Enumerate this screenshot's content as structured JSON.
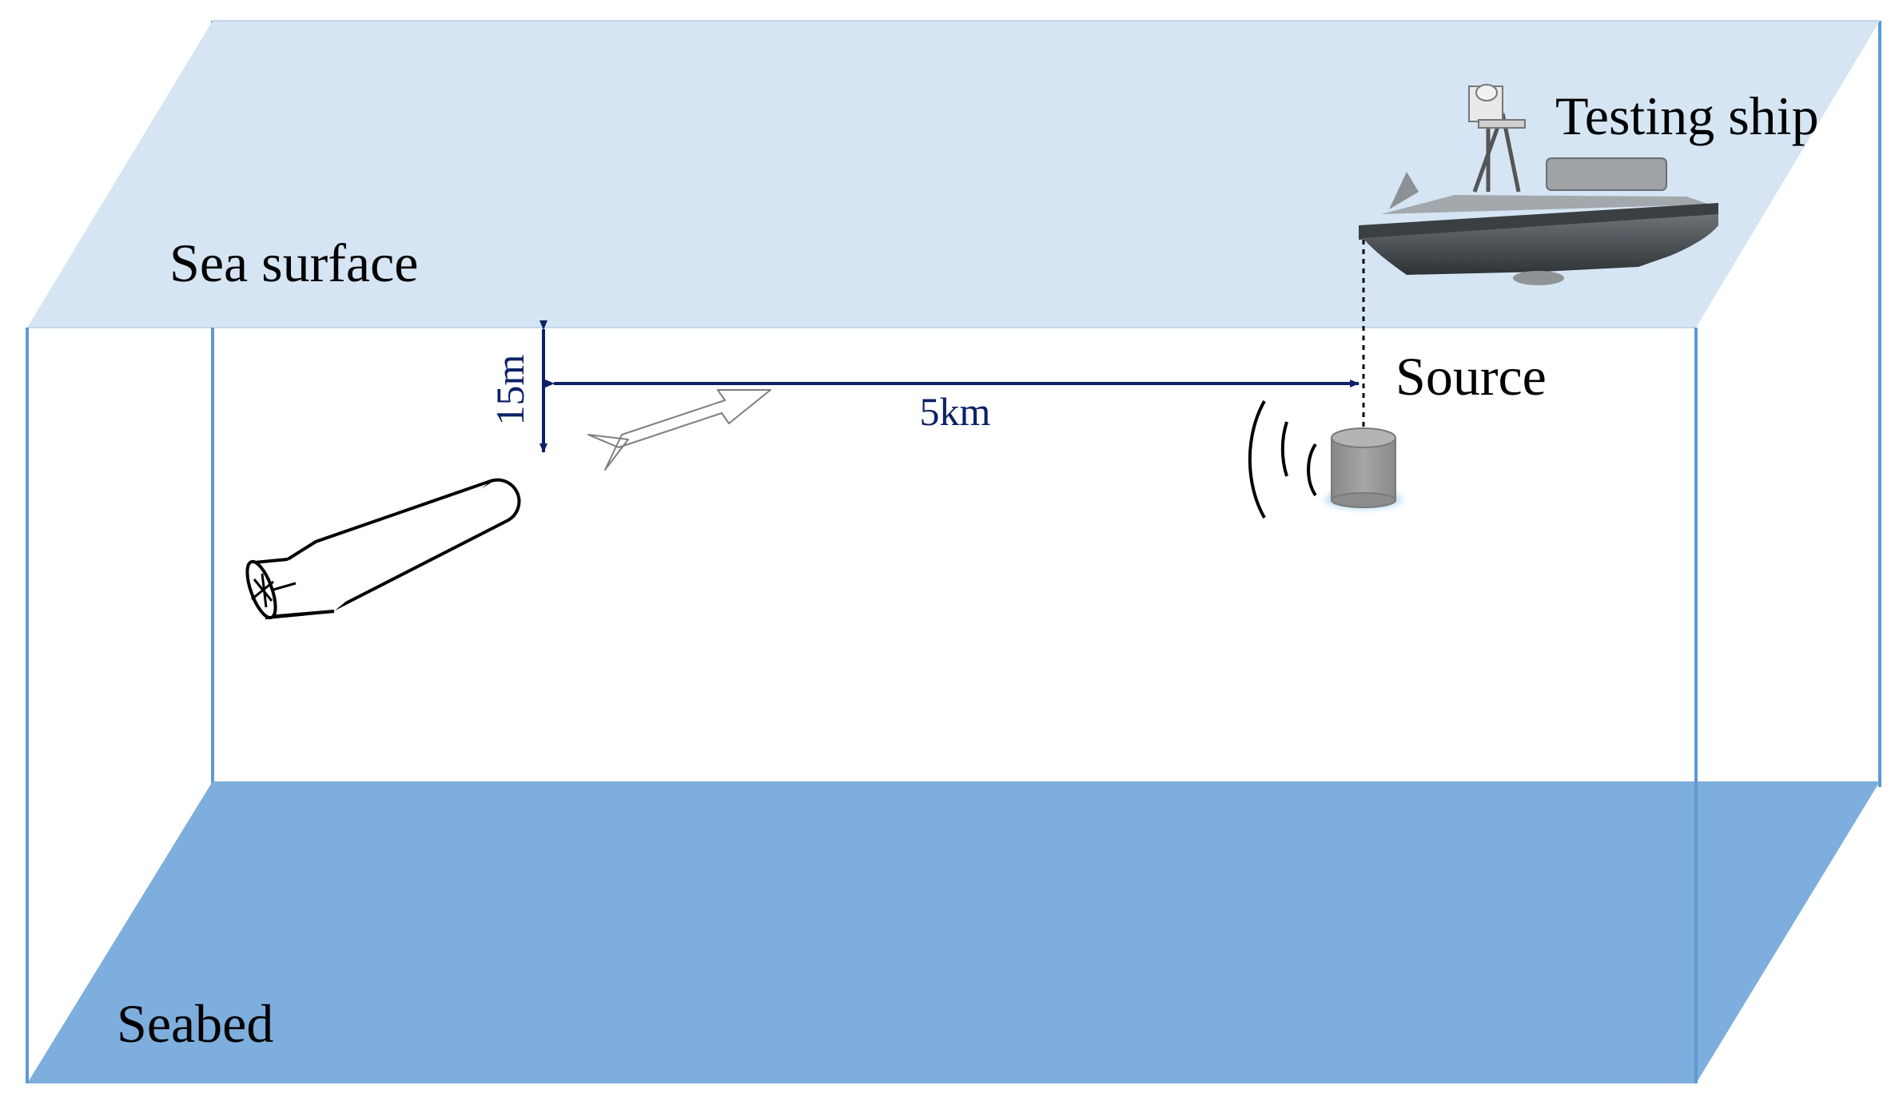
{
  "labels": {
    "sea_surface": "Sea surface",
    "seabed": "Seabed",
    "testing_ship": "Testing ship",
    "source": "Source"
  },
  "dimensions": {
    "depth": "15m",
    "range": "5km"
  },
  "colors": {
    "sea_surface_fill": "#d5e5f3",
    "seabed_fill": "#7daedd",
    "box_edge": "#5b9bd5",
    "dimension": "#0d2266",
    "source_body": "#9a9a9a"
  }
}
